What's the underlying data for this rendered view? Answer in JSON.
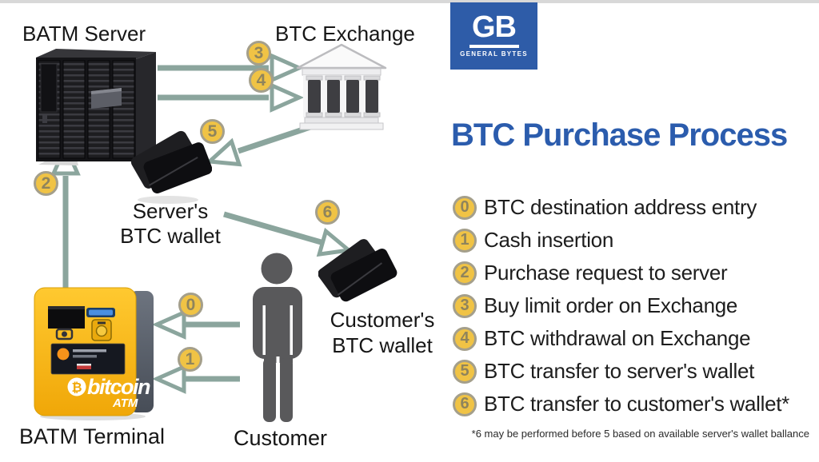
{
  "header": {
    "logo_text": "GB",
    "logo_subtext": "GENERAL BYTES"
  },
  "title": "BTC Purchase Process",
  "diagram": {
    "labels": {
      "server": "BATM Server",
      "exchange": "BTC Exchange",
      "server_wallet_line1": "Server's",
      "server_wallet_line2": "BTC wallet",
      "customer_wallet_line1": "Customer's",
      "customer_wallet_line2": "BTC wallet",
      "terminal": "BATM Terminal",
      "customer": "Customer"
    },
    "badges": {
      "step0": "0",
      "step1": "1",
      "step2": "2",
      "step3": "3",
      "step4": "4",
      "step5": "5",
      "step6": "6"
    }
  },
  "atm": {
    "symbol": "₿",
    "brand": "bitcoin",
    "model": "ATM"
  },
  "steps": [
    {
      "num": "0",
      "text": "BTC destination address entry"
    },
    {
      "num": "1",
      "text": "Cash insertion"
    },
    {
      "num": "2",
      "text": "Purchase request to server"
    },
    {
      "num": "3",
      "text": "Buy limit order on Exchange"
    },
    {
      "num": "4",
      "text": "BTC withdrawal on Exchange"
    },
    {
      "num": "5",
      "text": "BTC transfer to server's wallet"
    },
    {
      "num": "6",
      "text": "BTC transfer to customer's wallet*"
    }
  ],
  "footnote": "*6 may be performed before 5 based on available server's wallet ballance",
  "colors": {
    "accent_blue": "#2b5cad",
    "logo_blue": "#2e5ca8",
    "badge_yellow": "#f0c345",
    "arrow_sage": "#8ba59d",
    "atm_yellow": "#f2a908"
  }
}
